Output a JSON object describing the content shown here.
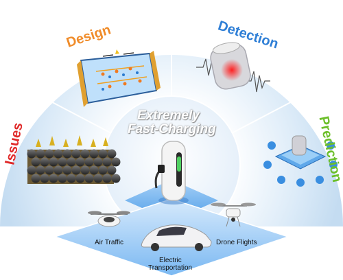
{
  "sectors": {
    "design": "Design",
    "detection": "Detection",
    "issues": "Issues",
    "prediction": "Prediction"
  },
  "center": {
    "line1": "Extremely",
    "line2": "Fast-Charging"
  },
  "applications": {
    "air_traffic": "Air Traffic",
    "electric_transportation_line1": "Electric",
    "electric_transportation_line2": "Transportation",
    "drone_flights": "Drone Flights"
  },
  "colors": {
    "design": "#f08c2a",
    "detection": "#2f7fd6",
    "issues": "#e02a2a",
    "prediction": "#6cbf2a",
    "sector_fill": "#cfe3f5",
    "platform": "#6fb2f0"
  }
}
